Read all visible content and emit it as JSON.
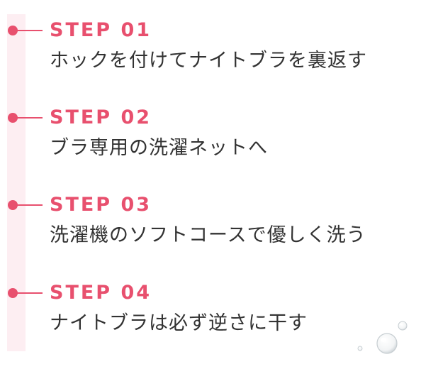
{
  "colors": {
    "accent": "#e8506e",
    "track": "#fdeef2",
    "text": "#333333"
  },
  "steps": [
    {
      "label": "STEP 01",
      "text": "ホックを付けてナイトブラを裏返す"
    },
    {
      "label": "STEP 02",
      "text": "ブラ専用の洗濯ネットへ"
    },
    {
      "label": "STEP 03",
      "text": "洗濯機のソフトコースで優しく洗う"
    },
    {
      "label": "STEP 04",
      "text": "ナイトブラは必ず逆さに干す"
    }
  ],
  "decorations": {
    "water_icon": "water-drops-icon"
  }
}
